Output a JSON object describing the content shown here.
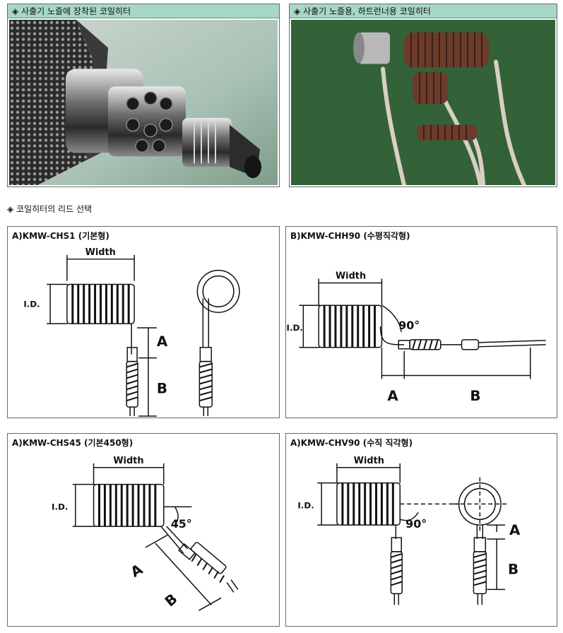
{
  "photos": [
    {
      "title": "◈ 사출기 노즐에 장착된 코일히터"
    },
    {
      "title": "◈ 사출기 노즐용, 하트런너용 코일히터"
    }
  ],
  "section": {
    "title": "◈ 코일히터의 리드 선택"
  },
  "diagrams": [
    {
      "label": "A)KMW-CHS1 (기본형)",
      "width": "Width",
      "id": "I.D.",
      "a": "A",
      "b": "B"
    },
    {
      "label": "B)KMW-CHH90 (수평직각형)",
      "width": "Width",
      "id": "I.D.",
      "angle": "90°",
      "a": "A",
      "b": "B"
    },
    {
      "label": "A)KMW-CHS45 (기본450형)",
      "width": "Width",
      "id": "I.D.",
      "angle": "45°",
      "a": "A",
      "b": "B"
    },
    {
      "label": "A)KMW-CHV90 (수직 직각형)",
      "width": "Width",
      "id": "I.D.",
      "angle": "90°",
      "a": "A",
      "b": "B"
    }
  ]
}
